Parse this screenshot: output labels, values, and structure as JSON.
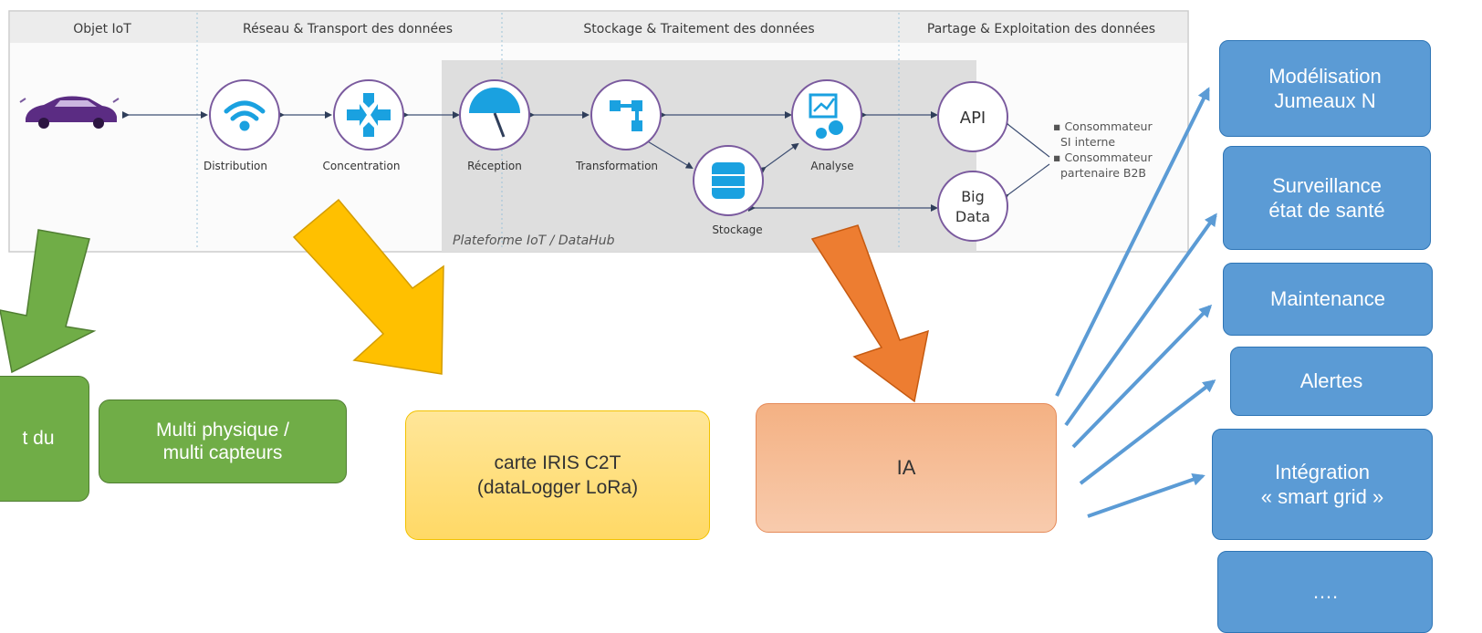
{
  "diagram": {
    "columns": [
      "Objet IoT",
      "Réseau & Transport des données",
      "Stockage & Traitement des données",
      "Partage & Exploitation des données"
    ],
    "nodes": {
      "distribution": "Distribution",
      "concentration": "Concentration",
      "reception": "Réception",
      "transformation": "Transformation",
      "stockage": "Stockage",
      "analyse": "Analyse",
      "api": "API",
      "big_data_line1": "Big",
      "big_data_line2": "Data"
    },
    "platform_label": "Plateforme IoT / DataHub",
    "consumers": [
      "Consommateur",
      "SI interne",
      "Consommateur",
      "partenaire B2B"
    ]
  },
  "boxes": {
    "green_left": "t du",
    "green_multi": "Multi physique /\nmulti capteurs",
    "iris": "carte IRIS C2T\n(dataLogger LoRa)",
    "ia": "IA"
  },
  "outputs": [
    "Modélisation\nJumeaux N",
    "Surveillance\nétat de santé",
    "Maintenance",
    "Alertes",
    "Intégration\n« smart grid »",
    "…."
  ],
  "colors": {
    "green": "#70ad47",
    "yellow": "#ffc000",
    "orange": "#ed7d31",
    "blue": "#5b9bd5",
    "node_ring": "#7a5a9e",
    "node_icon": "#1aa1e0"
  },
  "icons": {
    "car": "car-icon",
    "distribution": "wifi-icon",
    "concentration": "converge-arrows-icon",
    "reception": "gauge-icon",
    "transformation": "flow-icon",
    "stockage": "database-icon",
    "analyse": "chart-gear-icon"
  }
}
